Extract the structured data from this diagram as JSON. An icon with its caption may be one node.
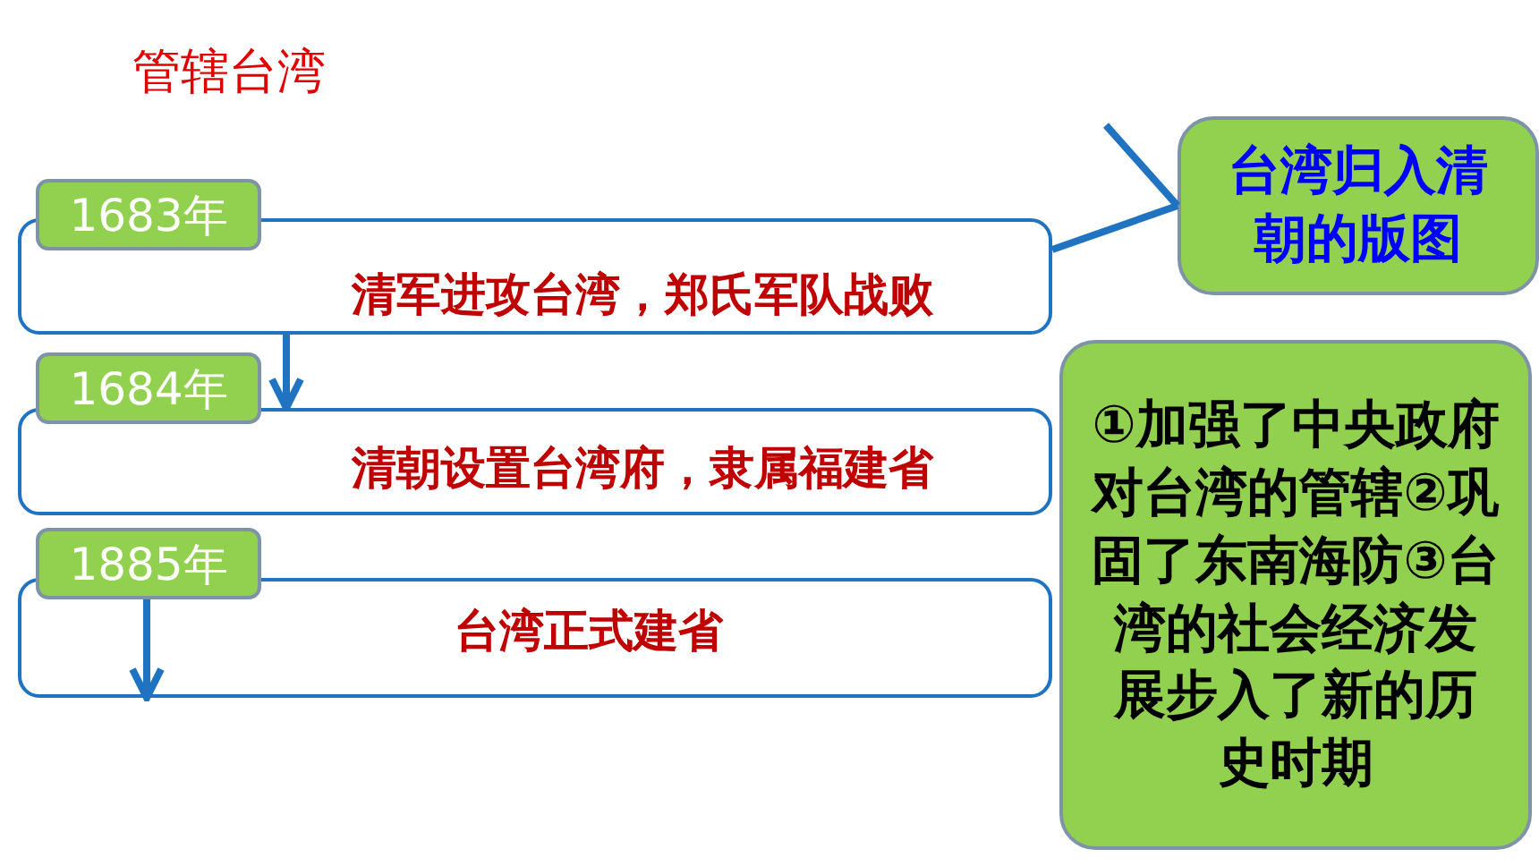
{
  "diagram": {
    "title": "管辖台湾",
    "nodes": [
      {
        "text": [
          "清军进攻台湾，郑氏军队战败"
        ]
      },
      {
        "text": [
          "1683年"
        ]
      },
      {
        "text": [
          "清朝设置台湾府，隶属福建省"
        ]
      },
      {
        "text": [
          "1684年"
        ]
      },
      {
        "text": [
          "台湾正式建省"
        ]
      },
      {
        "text": [
          "1885年"
        ]
      },
      {
        "text": [
          "台湾归入清朝的版图"
        ]
      },
      {
        "text": [
          "①加强了中央政府对台湾的管辖②巩固了东南海防③台湾的社会经济发展步入了新的历史时期"
        ]
      }
    ],
    "edges": [
      {
        "from": 0,
        "to": 2,
        "arrow": "to"
      },
      {
        "from": 5,
        "to": 4,
        "arrow": "to"
      },
      {
        "from": 0,
        "to": 6,
        "arrow": "none"
      },
      {
        "from": null,
        "to": 6,
        "arrow": "none"
      }
    ]
  }
}
